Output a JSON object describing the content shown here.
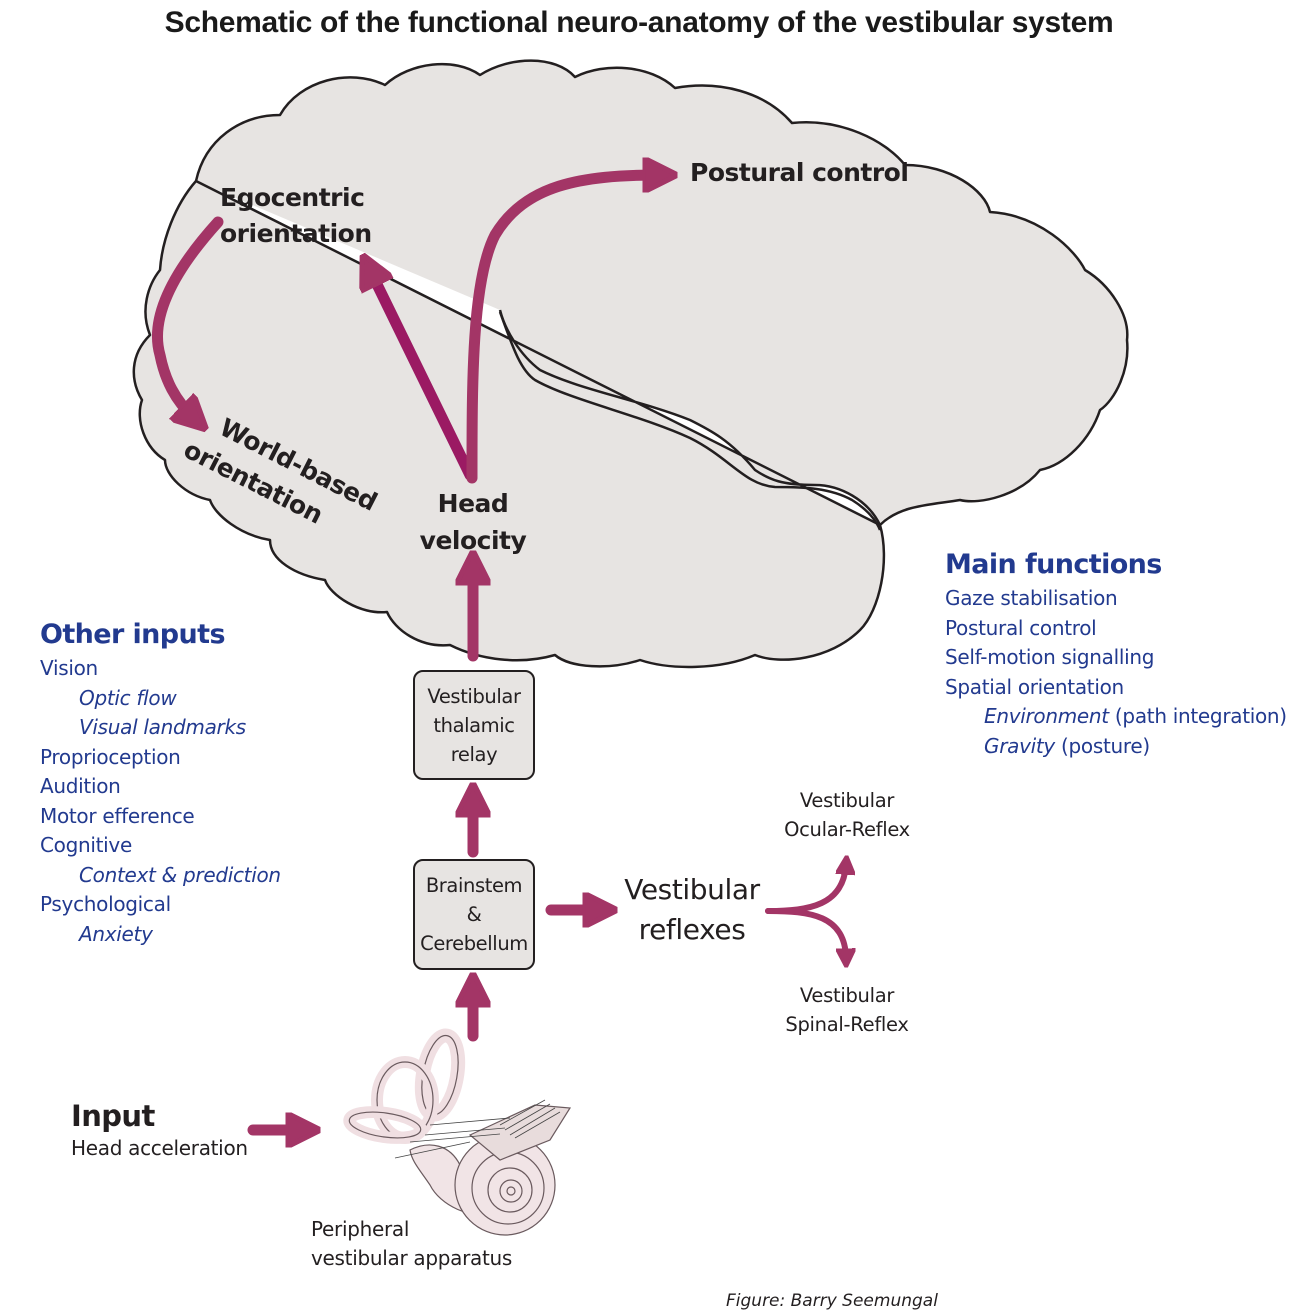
{
  "title": "Schematic of the functional neuro-anatomy of the vestibular system",
  "colors": {
    "arrow": "#a33566",
    "arrow_dark": "#9b1a63",
    "brain_fill": "#e7e4e2",
    "outline": "#231f20",
    "list_blue": "#223a8f"
  },
  "brain": {
    "egocentric_line1": "Egocentric",
    "egocentric_line2": "orientation",
    "world_line1": "World-based",
    "world_line2": "orientation",
    "postural": "Postural control",
    "head_line1": "Head",
    "head_line2": "velocity"
  },
  "boxes": {
    "thalamic": [
      "Vestibular",
      "thalamic",
      "relay"
    ],
    "brainstem": [
      "Brainstem",
      "&",
      "Cerebellum"
    ]
  },
  "reflexes": {
    "main_line1": "Vestibular",
    "main_line2": "reflexes",
    "ocular_line1": "Vestibular",
    "ocular_line2": "Ocular-Reflex",
    "spinal_line1": "Vestibular",
    "spinal_line2": "Spinal-Reflex"
  },
  "other_inputs": {
    "heading": "Other inputs",
    "items": [
      {
        "label": "Vision",
        "indent": false
      },
      {
        "label": "Optic flow",
        "indent": true
      },
      {
        "label": "Visual landmarks",
        "indent": true
      },
      {
        "label": "Proprioception",
        "indent": false
      },
      {
        "label": "Audition",
        "indent": false
      },
      {
        "label": "Motor efference",
        "indent": false
      },
      {
        "label": "Cognitive",
        "indent": false
      },
      {
        "label": "Context & prediction",
        "indent": true
      },
      {
        "label": "Psychological",
        "indent": false
      },
      {
        "label": "Anxiety",
        "indent": true
      }
    ]
  },
  "main_functions": {
    "heading": "Main functions",
    "items": [
      {
        "label": "Gaze stabilisation"
      },
      {
        "label": "Postural control"
      },
      {
        "label": "Self-motion signalling"
      },
      {
        "label": "Spatial orientation"
      },
      {
        "italic": "Environment",
        "rest": " (path integration)"
      },
      {
        "italic": "Gravity",
        "rest": " (posture)"
      }
    ]
  },
  "input": {
    "heading": "Input",
    "subtitle": "Head acceleration"
  },
  "apparatus": {
    "line1": "Peripheral",
    "line2": "vestibular apparatus"
  },
  "credit": "Figure: Barry Seemungal"
}
